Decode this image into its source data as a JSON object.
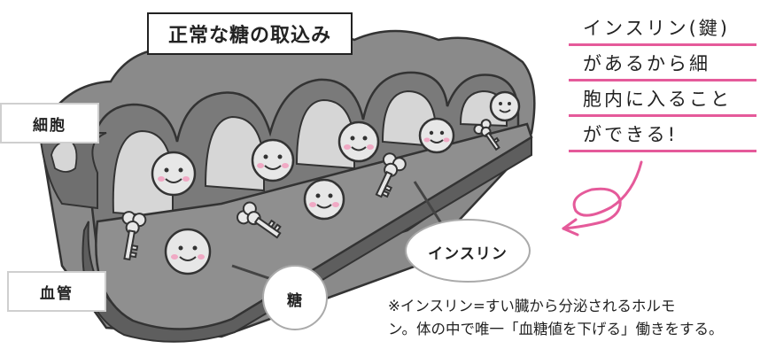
{
  "title": "正常な糖の取込み",
  "labels": {
    "cell": "細胞",
    "vessel": "血管",
    "insulin": "インスリン",
    "sugar": "糖"
  },
  "note": {
    "lines": [
      "インスリン(鍵)",
      "があるから細",
      "胞内に入ること",
      "ができる!"
    ]
  },
  "footnote": {
    "line1": "※インスリン=すい臓から分泌されるホルモ",
    "line2": "ン。体の中で唯一「血糖値を下げる」働きをする。"
  },
  "colors": {
    "cell": "#8a8a8a",
    "cell_inner": "#d6d6d6",
    "vessel_floor": "#7d7d7d",
    "face": "#e7e7e7",
    "cheek": "#f0a9c4",
    "accent": "#e55a9a"
  }
}
